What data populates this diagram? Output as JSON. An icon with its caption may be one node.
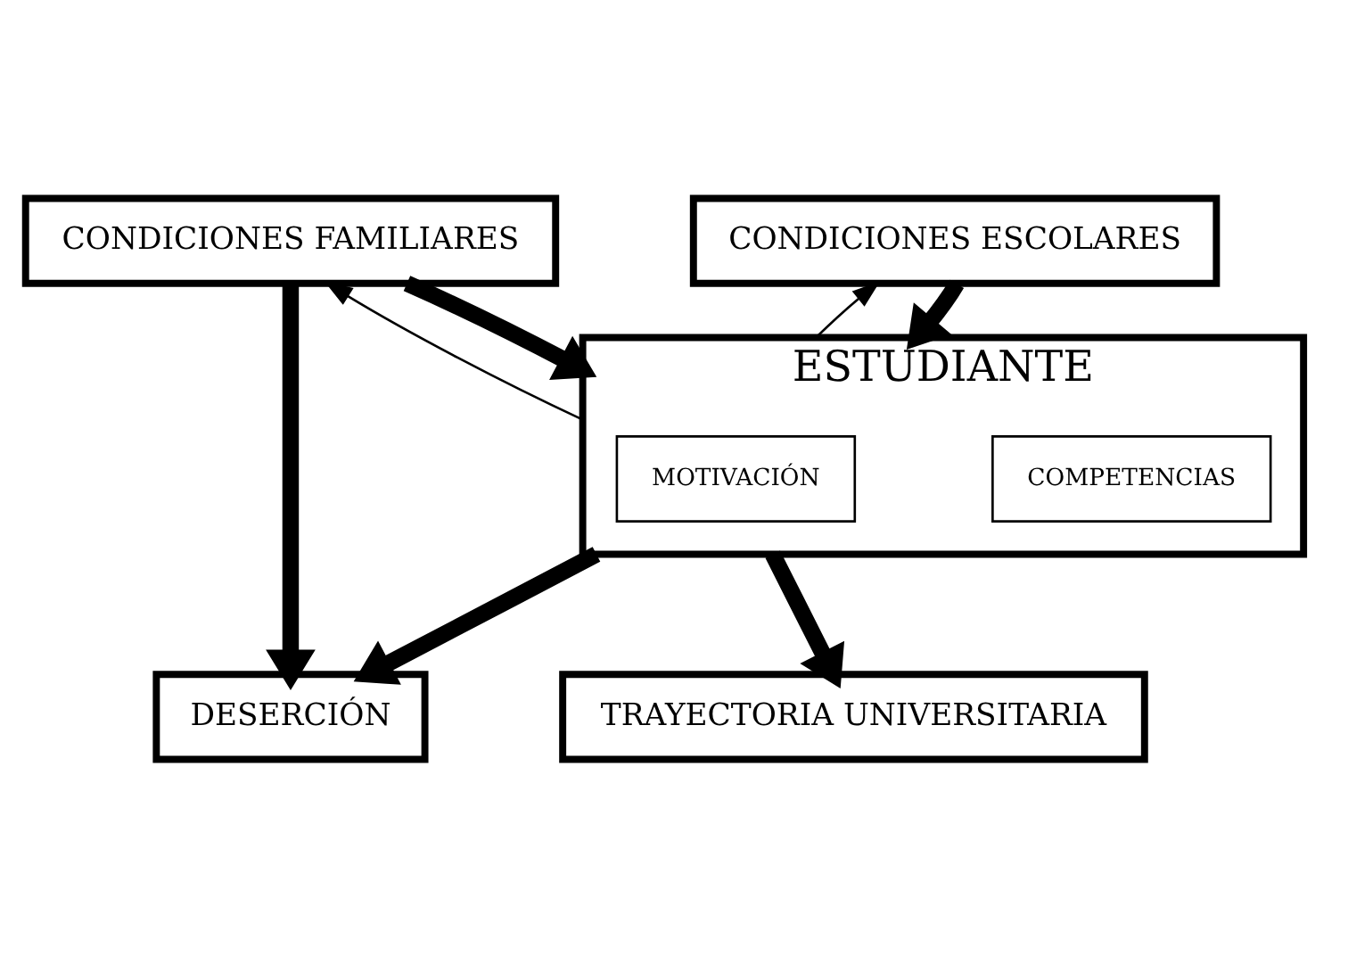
{
  "diagram": {
    "nodes": [
      {
        "text": [
          "CONDICIONES FAMILIARES"
        ]
      },
      {
        "text": [
          "CONDICIONES ESCOLARES"
        ]
      },
      {
        "text": [
          "ESTUDIANTE"
        ]
      },
      {
        "text": [
          "MOTIVACIÓN"
        ],
        "in": 2
      },
      {
        "text": [
          "COMPETENCIAS"
        ],
        "in": 2
      },
      {
        "text": [
          "DESERCIÓN"
        ]
      },
      {
        "text": [
          "TRAYECTORIA UNIVERSITARIA"
        ]
      }
    ],
    "edges": [
      {
        "from": 0,
        "to": 2,
        "arrow": "to"
      },
      {
        "from": 1,
        "to": 2,
        "arrow": "to"
      },
      {
        "from": 2,
        "to": 0,
        "arrow": "to"
      },
      {
        "from": 2,
        "to": 1,
        "arrow": "to"
      },
      {
        "from": 0,
        "to": 5,
        "arrow": "to"
      },
      {
        "from": 2,
        "to": 5,
        "arrow": "to"
      },
      {
        "from": 2,
        "to": 6,
        "arrow": "to"
      }
    ]
  }
}
